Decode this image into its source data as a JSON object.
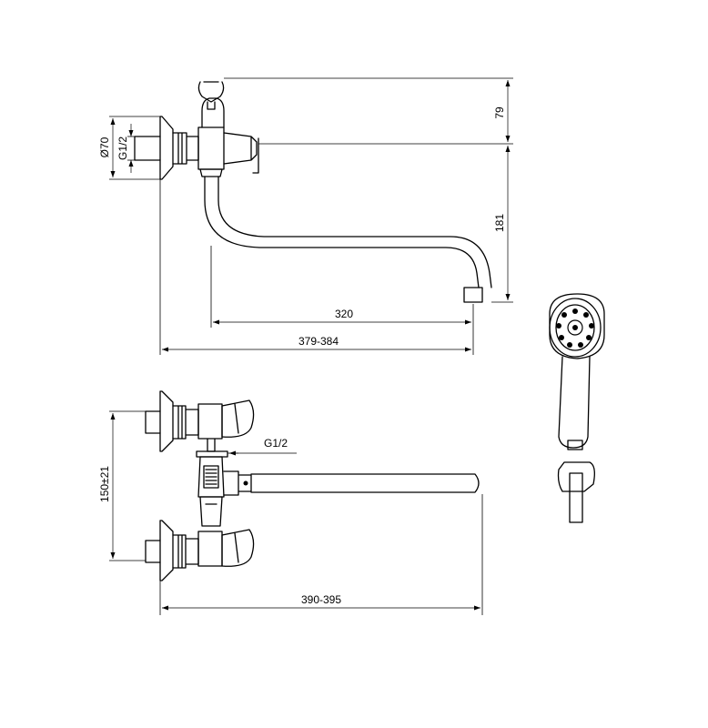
{
  "dimensions": {
    "top_height": "79",
    "spout_drop": "181",
    "diameter": "Ø70",
    "thread_side": "G1/2",
    "spout_reach": "320",
    "overall_reach_side": "379-384",
    "thread_front": "G1/2",
    "inlet_spacing": "150±21",
    "overall_reach_front": "390-395"
  }
}
